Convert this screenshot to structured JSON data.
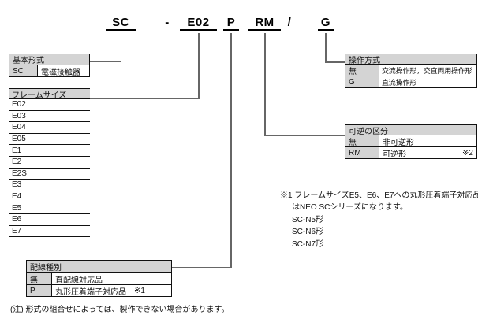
{
  "model_code": {
    "full": "SC - E02 P RM / G",
    "segments": [
      {
        "text": "SC"
      },
      {
        "text": "-"
      },
      {
        "text": "E02"
      },
      {
        "text": "P"
      },
      {
        "text": "RM"
      },
      {
        "text": "/"
      },
      {
        "text": "G"
      }
    ]
  },
  "tables": {
    "basic_type": {
      "title": "基本形式",
      "rows": [
        {
          "code": "SC",
          "desc": "電磁接触器"
        }
      ]
    },
    "frame_size": {
      "title": "フレームサイズ",
      "rows": [
        "E02",
        "E03",
        "E04",
        "E05",
        "E1",
        "E2",
        "E2S",
        "E3",
        "E4",
        "E5",
        "E6",
        "E7"
      ]
    },
    "wiring_type": {
      "title": "配線種別",
      "rows": [
        {
          "code": "無",
          "desc": "直配線対応品",
          "note": ""
        },
        {
          "code": "P",
          "desc": "丸形圧着端子対応品",
          "note": "※1"
        }
      ]
    },
    "operation_method": {
      "title": "操作方式",
      "rows": [
        {
          "code": "無",
          "desc": "交流操作形，交直両用操作形"
        },
        {
          "code": "G",
          "desc": "直流操作形"
        }
      ]
    },
    "reversible": {
      "title": "可逆の区分",
      "rows": [
        {
          "code": "無",
          "desc": "非可逆形",
          "note": ""
        },
        {
          "code": "RM",
          "desc": "可逆形",
          "note": "※2"
        }
      ]
    }
  },
  "notes": {
    "note1_lines": [
      "※1 フレームサイズE5、E6、E7への丸形圧着端子対応品",
      "はNEO SCシリーズになります。",
      "SC-N5形",
      "SC-N6形",
      "SC-N7形"
    ],
    "bottom_note": "(注) 形式の組合せによっては、製作できない場合があります。"
  },
  "colors": {
    "header_bg": "#d4d4d4",
    "border": "#111111",
    "connector": "#666666",
    "text": "#111111"
  }
}
